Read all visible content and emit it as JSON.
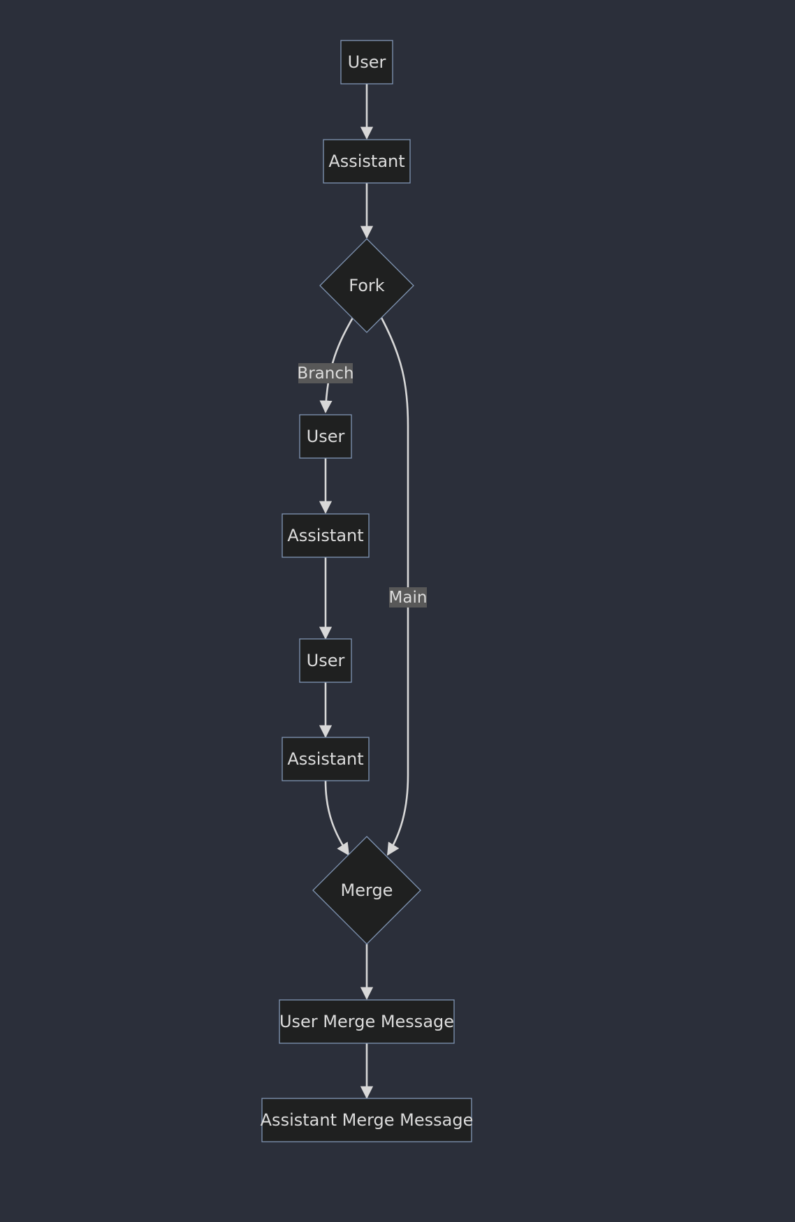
{
  "nodes": {
    "user_1": "User",
    "assistant_1": "Assistant",
    "fork": "Fork",
    "user_2": "User",
    "assistant_2": "Assistant",
    "user_3": "User",
    "assistant_3": "Assistant",
    "merge": "Merge",
    "user_merge": "User Merge Message",
    "assistant_merge": "Assistant Merge Message"
  },
  "edge_labels": {
    "branch": "Branch",
    "main": "Main"
  },
  "colors": {
    "background": "#2b2f3a",
    "node_fill": "#1f2020",
    "node_border": "#8196b5",
    "edge": "#d8d8d8",
    "label_bg": "#585858",
    "text": "#dcdcdc"
  }
}
